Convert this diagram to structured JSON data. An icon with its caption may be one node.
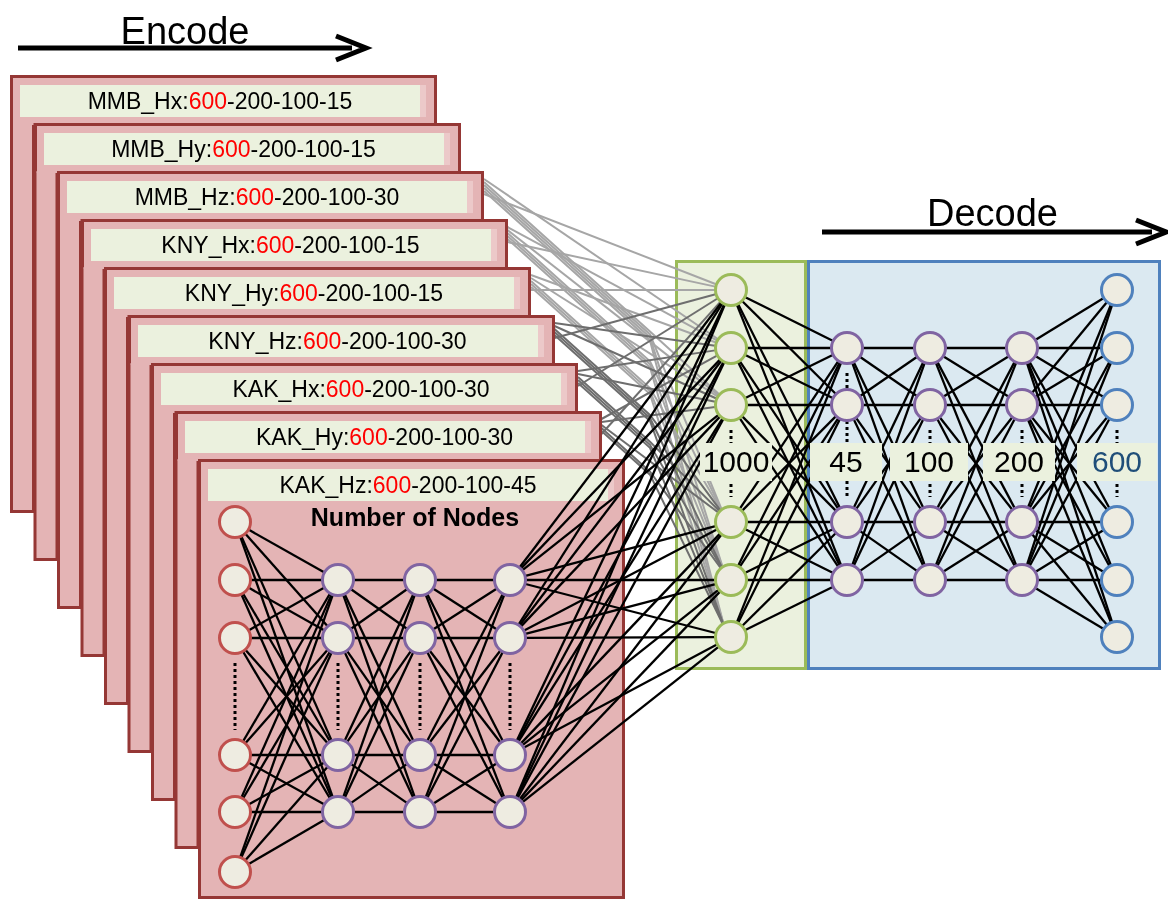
{
  "diagram": {
    "nodes": [
      {
        "text": [
          "MMB_Hx:600-200-100-15"
        ]
      },
      {
        "text": [
          "MMB_Hy:600-200-100-15"
        ]
      },
      {
        "text": [
          "MMB_Hz:600-200-100-30"
        ]
      },
      {
        "text": [
          "KNY_Hx:600-200-100-15"
        ]
      },
      {
        "text": [
          "KNY_Hy:600-200-100-15"
        ]
      },
      {
        "text": [
          "KNY_Hz:600-200-100-30"
        ]
      },
      {
        "text": [
          "KAK_Hx:600-200-100-30"
        ]
      },
      {
        "text": [
          "KAK_Hy:600-200-100-30"
        ]
      },
      {
        "text": [
          "KAK_Hz:600-200-100-45"
        ]
      },
      {
        "text": [],
        "shape": "box"
      },
      {
        "text": [],
        "shape": "box"
      },
      {
        "text": [],
        "shape": "circle",
        "in": 8
      },
      {
        "text": [],
        "shape": "circle",
        "in": 8
      },
      {
        "text": [],
        "shape": "circle",
        "in": 8
      },
      {
        "text": [],
        "shape": "circle",
        "in": 8
      },
      {
        "text": [],
        "shape": "circle",
        "in": 8
      },
      {
        "text": [],
        "shape": "circle",
        "in": 8
      },
      {
        "text": [],
        "shape": "circle",
        "in": 8
      },
      {
        "text": [],
        "shape": "circle",
        "in": 8
      },
      {
        "text": [],
        "shape": "circle",
        "in": 8
      },
      {
        "text": [],
        "shape": "circle",
        "in": 8
      },
      {
        "text": [],
        "shape": "circle",
        "in": 8
      },
      {
        "text": [],
        "shape": "circle",
        "in": 8
      },
      {
        "text": [],
        "shape": "circle",
        "in": 8
      },
      {
        "text": [],
        "shape": "circle",
        "in": 8
      },
      {
        "text": [],
        "shape": "circle",
        "in": 8
      },
      {
        "text": [],
        "shape": "circle",
        "in": 8
      },
      {
        "text": [],
        "shape": "circle",
        "in": 8
      },
      {
        "text": [],
        "shape": "circle",
        "in": 8
      },
      {
        "text": [],
        "shape": "circle",
        "in": 9
      },
      {
        "text": [],
        "shape": "circle",
        "in": 9
      },
      {
        "text": [],
        "shape": "circle",
        "in": 9
      },
      {
        "text": [],
        "shape": "circle",
        "in": 9
      },
      {
        "text": [],
        "shape": "circle",
        "in": 9
      },
      {
        "text": [],
        "shape": "circle",
        "in": 9
      },
      {
        "text": [],
        "shape": "circle",
        "in": 10
      },
      {
        "text": [],
        "shape": "circle",
        "in": 10
      },
      {
        "text": [],
        "shape": "circle",
        "in": 10
      },
      {
        "text": [],
        "shape": "circle",
        "in": 10
      },
      {
        "text": [],
        "shape": "circle",
        "in": 10
      },
      {
        "text": [],
        "shape": "circle",
        "in": 10
      },
      {
        "text": [],
        "shape": "circle",
        "in": 10
      },
      {
        "text": [],
        "shape": "circle",
        "in": 10
      },
      {
        "text": [],
        "shape": "circle",
        "in": 10
      },
      {
        "text": [],
        "shape": "circle",
        "in": 10
      },
      {
        "text": [],
        "shape": "circle",
        "in": 10
      },
      {
        "text": [],
        "shape": "circle",
        "in": 10
      },
      {
        "text": [],
        "shape": "circle",
        "in": 10
      },
      {
        "text": [],
        "shape": "circle",
        "in": 10
      },
      {
        "text": [],
        "shape": "circle",
        "in": 10
      },
      {
        "text": [],
        "shape": "circle",
        "in": 10
      },
      {
        "text": [],
        "shape": "circle",
        "in": 10
      },
      {
        "text": [],
        "shape": "circle",
        "in": 10
      }
    ],
    "edges": [
      {
        "from": 11,
        "to": 17,
        "arrow": "none"
      },
      {
        "from": 11,
        "to": 18,
        "arrow": "none"
      },
      {
        "from": 11,
        "to": 19,
        "arrow": "none"
      },
      {
        "from": 11,
        "to": 20,
        "arrow": "none"
      },
      {
        "from": 12,
        "to": 17,
        "arrow": "none"
      },
      {
        "from": 12,
        "to": 18,
        "arrow": "none"
      },
      {
        "from": 12,
        "to": 19,
        "arrow": "none"
      },
      {
        "from": 12,
        "to": 20,
        "arrow": "none"
      },
      {
        "from": 13,
        "to": 17,
        "arrow": "none"
      },
      {
        "from": 13,
        "to": 18,
        "arrow": "none"
      },
      {
        "from": 13,
        "to": 19,
        "arrow": "none"
      },
      {
        "from": 13,
        "to": 20,
        "arrow": "none"
      },
      {
        "from": 14,
        "to": 17,
        "arrow": "none"
      },
      {
        "from": 14,
        "to": 18,
        "arrow": "none"
      },
      {
        "from": 14,
        "to": 19,
        "arrow": "none"
      },
      {
        "from": 14,
        "to": 20,
        "arrow": "none"
      },
      {
        "from": 15,
        "to": 17,
        "arrow": "none"
      },
      {
        "from": 15,
        "to": 18,
        "arrow": "none"
      },
      {
        "from": 15,
        "to": 19,
        "arrow": "none"
      },
      {
        "from": 15,
        "to": 20,
        "arrow": "none"
      },
      {
        "from": 16,
        "to": 17,
        "arrow": "none"
      },
      {
        "from": 16,
        "to": 18,
        "arrow": "none"
      },
      {
        "from": 16,
        "to": 19,
        "arrow": "none"
      },
      {
        "from": 16,
        "to": 20,
        "arrow": "none"
      },
      {
        "from": 17,
        "to": 21,
        "arrow": "none"
      },
      {
        "from": 17,
        "to": 22,
        "arrow": "none"
      },
      {
        "from": 17,
        "to": 23,
        "arrow": "none"
      },
      {
        "from": 17,
        "to": 24,
        "arrow": "none"
      },
      {
        "from": 18,
        "to": 21,
        "arrow": "none"
      },
      {
        "from": 18,
        "to": 22,
        "arrow": "none"
      },
      {
        "from": 18,
        "to": 23,
        "arrow": "none"
      },
      {
        "from": 18,
        "to": 24,
        "arrow": "none"
      },
      {
        "from": 19,
        "to": 21,
        "arrow": "none"
      },
      {
        "from": 19,
        "to": 22,
        "arrow": "none"
      },
      {
        "from": 19,
        "to": 23,
        "arrow": "none"
      },
      {
        "from": 19,
        "to": 24,
        "arrow": "none"
      },
      {
        "from": 20,
        "to": 21,
        "arrow": "none"
      },
      {
        "from": 20,
        "to": 22,
        "arrow": "none"
      },
      {
        "from": 20,
        "to": 23,
        "arrow": "none"
      },
      {
        "from": 20,
        "to": 24,
        "arrow": "none"
      },
      {
        "from": 21,
        "to": 25,
        "arrow": "none"
      },
      {
        "from": 21,
        "to": 26,
        "arrow": "none"
      },
      {
        "from": 21,
        "to": 27,
        "arrow": "none"
      },
      {
        "from": 21,
        "to": 28,
        "arrow": "none"
      },
      {
        "from": 22,
        "to": 25,
        "arrow": "none"
      },
      {
        "from": 22,
        "to": 26,
        "arrow": "none"
      },
      {
        "from": 22,
        "to": 27,
        "arrow": "none"
      },
      {
        "from": 22,
        "to": 28,
        "arrow": "none"
      },
      {
        "from": 23,
        "to": 25,
        "arrow": "none"
      },
      {
        "from": 23,
        "to": 26,
        "arrow": "none"
      },
      {
        "from": 23,
        "to": 27,
        "arrow": "none"
      },
      {
        "from": 23,
        "to": 28,
        "arrow": "none"
      },
      {
        "from": 24,
        "to": 25,
        "arrow": "none"
      },
      {
        "from": 24,
        "to": 26,
        "arrow": "none"
      },
      {
        "from": 24,
        "to": 27,
        "arrow": "none"
      },
      {
        "from": 24,
        "to": 28,
        "arrow": "none"
      },
      {
        "from": 25,
        "to": 29,
        "arrow": "none"
      },
      {
        "from": 25,
        "to": 30,
        "arrow": "none"
      },
      {
        "from": 25,
        "to": 31,
        "arrow": "none"
      },
      {
        "from": 25,
        "to": 32,
        "arrow": "none"
      },
      {
        "from": 25,
        "to": 33,
        "arrow": "none"
      },
      {
        "from": 25,
        "to": 34,
        "arrow": "none"
      },
      {
        "from": 26,
        "to": 29,
        "arrow": "none"
      },
      {
        "from": 26,
        "to": 30,
        "arrow": "none"
      },
      {
        "from": 26,
        "to": 31,
        "arrow": "none"
      },
      {
        "from": 26,
        "to": 32,
        "arrow": "none"
      },
      {
        "from": 26,
        "to": 33,
        "arrow": "none"
      },
      {
        "from": 26,
        "to": 34,
        "arrow": "none"
      },
      {
        "from": 27,
        "to": 29,
        "arrow": "none"
      },
      {
        "from": 27,
        "to": 30,
        "arrow": "none"
      },
      {
        "from": 27,
        "to": 31,
        "arrow": "none"
      },
      {
        "from": 27,
        "to": 32,
        "arrow": "none"
      },
      {
        "from": 27,
        "to": 33,
        "arrow": "none"
      },
      {
        "from": 27,
        "to": 34,
        "arrow": "none"
      },
      {
        "from": 28,
        "to": 29,
        "arrow": "none"
      },
      {
        "from": 28,
        "to": 30,
        "arrow": "none"
      },
      {
        "from": 28,
        "to": 31,
        "arrow": "none"
      },
      {
        "from": 28,
        "to": 32,
        "arrow": "none"
      },
      {
        "from": 28,
        "to": 33,
        "arrow": "none"
      },
      {
        "from": 28,
        "to": 34,
        "arrow": "none"
      },
      {
        "from": 29,
        "to": 35,
        "arrow": "none"
      },
      {
        "from": 29,
        "to": 36,
        "arrow": "none"
      },
      {
        "from": 29,
        "to": 37,
        "arrow": "none"
      },
      {
        "from": 29,
        "to": 38,
        "arrow": "none"
      },
      {
        "from": 30,
        "to": 35,
        "arrow": "none"
      },
      {
        "from": 30,
        "to": 36,
        "arrow": "none"
      },
      {
        "from": 30,
        "to": 37,
        "arrow": "none"
      },
      {
        "from": 30,
        "to": 38,
        "arrow": "none"
      },
      {
        "from": 31,
        "to": 35,
        "arrow": "none"
      },
      {
        "from": 31,
        "to": 36,
        "arrow": "none"
      },
      {
        "from": 31,
        "to": 37,
        "arrow": "none"
      },
      {
        "from": 31,
        "to": 38,
        "arrow": "none"
      },
      {
        "from": 32,
        "to": 35,
        "arrow": "none"
      },
      {
        "from": 32,
        "to": 36,
        "arrow": "none"
      },
      {
        "from": 32,
        "to": 37,
        "arrow": "none"
      },
      {
        "from": 32,
        "to": 38,
        "arrow": "none"
      },
      {
        "from": 33,
        "to": 35,
        "arrow": "none"
      },
      {
        "from": 33,
        "to": 36,
        "arrow": "none"
      },
      {
        "from": 33,
        "to": 37,
        "arrow": "none"
      },
      {
        "from": 33,
        "to": 38,
        "arrow": "none"
      },
      {
        "from": 34,
        "to": 35,
        "arrow": "none"
      },
      {
        "from": 34,
        "to": 36,
        "arrow": "none"
      },
      {
        "from": 34,
        "to": 37,
        "arrow": "none"
      },
      {
        "from": 34,
        "to": 38,
        "arrow": "none"
      },
      {
        "from": 35,
        "to": 39,
        "arrow": "none"
      },
      {
        "from": 35,
        "to": 40,
        "arrow": "none"
      },
      {
        "from": 35,
        "to": 41,
        "arrow": "none"
      },
      {
        "from": 35,
        "to": 42,
        "arrow": "none"
      },
      {
        "from": 36,
        "to": 39,
        "arrow": "none"
      },
      {
        "from": 36,
        "to": 40,
        "arrow": "none"
      },
      {
        "from": 36,
        "to": 41,
        "arrow": "none"
      },
      {
        "from": 36,
        "to": 42,
        "arrow": "none"
      },
      {
        "from": 37,
        "to": 39,
        "arrow": "none"
      },
      {
        "from": 37,
        "to": 40,
        "arrow": "none"
      },
      {
        "from": 37,
        "to": 41,
        "arrow": "none"
      },
      {
        "from": 37,
        "to": 42,
        "arrow": "none"
      },
      {
        "from": 38,
        "to": 39,
        "arrow": "none"
      },
      {
        "from": 38,
        "to": 40,
        "arrow": "none"
      },
      {
        "from": 38,
        "to": 41,
        "arrow": "none"
      },
      {
        "from": 38,
        "to": 42,
        "arrow": "none"
      },
      {
        "from": 39,
        "to": 43,
        "arrow": "none"
      },
      {
        "from": 39,
        "to": 44,
        "arrow": "none"
      },
      {
        "from": 39,
        "to": 45,
        "arrow": "none"
      },
      {
        "from": 39,
        "to": 46,
        "arrow": "none"
      },
      {
        "from": 40,
        "to": 43,
        "arrow": "none"
      },
      {
        "from": 40,
        "to": 44,
        "arrow": "none"
      },
      {
        "from": 40,
        "to": 45,
        "arrow": "none"
      },
      {
        "from": 40,
        "to": 46,
        "arrow": "none"
      },
      {
        "from": 41,
        "to": 43,
        "arrow": "none"
      },
      {
        "from": 41,
        "to": 44,
        "arrow": "none"
      },
      {
        "from": 41,
        "to": 45,
        "arrow": "none"
      },
      {
        "from": 41,
        "to": 46,
        "arrow": "none"
      },
      {
        "from": 42,
        "to": 43,
        "arrow": "none"
      },
      {
        "from": 42,
        "to": 44,
        "arrow": "none"
      },
      {
        "from": 42,
        "to": 45,
        "arrow": "none"
      },
      {
        "from": 42,
        "to": 46,
        "arrow": "none"
      },
      {
        "from": 43,
        "to": 47,
        "arrow": "none"
      },
      {
        "from": 43,
        "to": 48,
        "arrow": "none"
      },
      {
        "from": 43,
        "to": 49,
        "arrow": "none"
      },
      {
        "from": 43,
        "to": 50,
        "arrow": "none"
      },
      {
        "from": 43,
        "to": 51,
        "arrow": "none"
      },
      {
        "from": 43,
        "to": 52,
        "arrow": "none"
      },
      {
        "from": 44,
        "to": 47,
        "arrow": "none"
      },
      {
        "from": 44,
        "to": 48,
        "arrow": "none"
      },
      {
        "from": 44,
        "to": 49,
        "arrow": "none"
      },
      {
        "from": 44,
        "to": 50,
        "arrow": "none"
      },
      {
        "from": 44,
        "to": 51,
        "arrow": "none"
      },
      {
        "from": 44,
        "to": 52,
        "arrow": "none"
      },
      {
        "from": 45,
        "to": 47,
        "arrow": "none"
      },
      {
        "from": 45,
        "to": 48,
        "arrow": "none"
      },
      {
        "from": 45,
        "to": 49,
        "arrow": "none"
      },
      {
        "from": 45,
        "to": 50,
        "arrow": "none"
      },
      {
        "from": 45,
        "to": 51,
        "arrow": "none"
      },
      {
        "from": 45,
        "to": 52,
        "arrow": "none"
      },
      {
        "from": 46,
        "to": 47,
        "arrow": "none"
      },
      {
        "from": 46,
        "to": 48,
        "arrow": "none"
      },
      {
        "from": 46,
        "to": 49,
        "arrow": "none"
      },
      {
        "from": 46,
        "to": 50,
        "arrow": "none"
      },
      {
        "from": 46,
        "to": 51,
        "arrow": "none"
      },
      {
        "from": 46,
        "to": 52,
        "arrow": "none"
      },
      {
        "from": 2,
        "to": 29,
        "arrow": "none",
        "color": "#a6a6a6"
      },
      {
        "from": 2,
        "to": 30,
        "arrow": "none",
        "color": "#a6a6a6"
      },
      {
        "from": 2,
        "to": 31,
        "arrow": "none",
        "color": "#a6a6a6"
      },
      {
        "from": 2,
        "to": 32,
        "arrow": "none",
        "color": "#a6a6a6"
      },
      {
        "from": 2,
        "to": 33,
        "arrow": "none",
        "color": "#a6a6a6"
      },
      {
        "from": 2,
        "to": 34,
        "arrow": "none",
        "color": "#a6a6a6"
      },
      {
        "from": 3,
        "to": 29,
        "arrow": "none",
        "color": "#a6a6a6"
      },
      {
        "from": 3,
        "to": 30,
        "arrow": "none",
        "color": "#a6a6a6"
      },
      {
        "from": 3,
        "to": 31,
        "arrow": "none",
        "color": "#a6a6a6"
      },
      {
        "from": 3,
        "to": 32,
        "arrow": "none",
        "color": "#a6a6a6"
      },
      {
        "from": 3,
        "to": 33,
        "arrow": "none",
        "color": "#a6a6a6"
      },
      {
        "from": 3,
        "to": 34,
        "arrow": "none",
        "color": "#a6a6a6"
      },
      {
        "from": 4,
        "to": 29,
        "arrow": "none",
        "color": "#a6a6a6"
      },
      {
        "from": 4,
        "to": 30,
        "arrow": "none",
        "color": "#a6a6a6"
      },
      {
        "from": 4,
        "to": 31,
        "arrow": "none",
        "color": "#a6a6a6"
      },
      {
        "from": 4,
        "to": 32,
        "arrow": "none",
        "color": "#a6a6a6"
      },
      {
        "from": 4,
        "to": 33,
        "arrow": "none",
        "color": "#a6a6a6"
      },
      {
        "from": 4,
        "to": 34,
        "arrow": "none",
        "color": "#a6a6a6"
      },
      {
        "from": 5,
        "to": 29,
        "arrow": "none",
        "color": "#6e6e6e"
      },
      {
        "from": 5,
        "to": 30,
        "arrow": "none",
        "color": "#6e6e6e"
      },
      {
        "from": 5,
        "to": 31,
        "arrow": "none",
        "color": "#6e6e6e"
      },
      {
        "from": 5,
        "to": 32,
        "arrow": "none",
        "color": "#6e6e6e"
      },
      {
        "from": 5,
        "to": 33,
        "arrow": "none",
        "color": "#6e6e6e"
      },
      {
        "from": 5,
        "to": 34,
        "arrow": "none",
        "color": "#6e6e6e"
      },
      {
        "from": 6,
        "to": 29,
        "arrow": "none",
        "color": "#6e6e6e"
      },
      {
        "from": 6,
        "to": 30,
        "arrow": "none",
        "color": "#6e6e6e"
      },
      {
        "from": 6,
        "to": 31,
        "arrow": "none",
        "color": "#6e6e6e"
      },
      {
        "from": 6,
        "to": 32,
        "arrow": "none",
        "color": "#6e6e6e"
      },
      {
        "from": 6,
        "to": 33,
        "arrow": "none",
        "color": "#6e6e6e"
      },
      {
        "from": 6,
        "to": 34,
        "arrow": "none",
        "color": "#6e6e6e"
      },
      {
        "from": 7,
        "to": 29,
        "arrow": "none",
        "color": "#6e6e6e"
      },
      {
        "from": 7,
        "to": 30,
        "arrow": "none",
        "color": "#6e6e6e"
      },
      {
        "from": 7,
        "to": 31,
        "arrow": "none",
        "color": "#6e6e6e"
      },
      {
        "from": 7,
        "to": 32,
        "arrow": "none",
        "color": "#6e6e6e"
      },
      {
        "from": 7,
        "to": 33,
        "arrow": "none",
        "color": "#6e6e6e"
      },
      {
        "from": 7,
        "to": 34,
        "arrow": "none",
        "color": "#6e6e6e"
      }
    ],
    "labels": [
      "Encode",
      "Decode",
      "Number of Nodes",
      "1000",
      "45",
      "100",
      "200",
      "600"
    ]
  }
}
